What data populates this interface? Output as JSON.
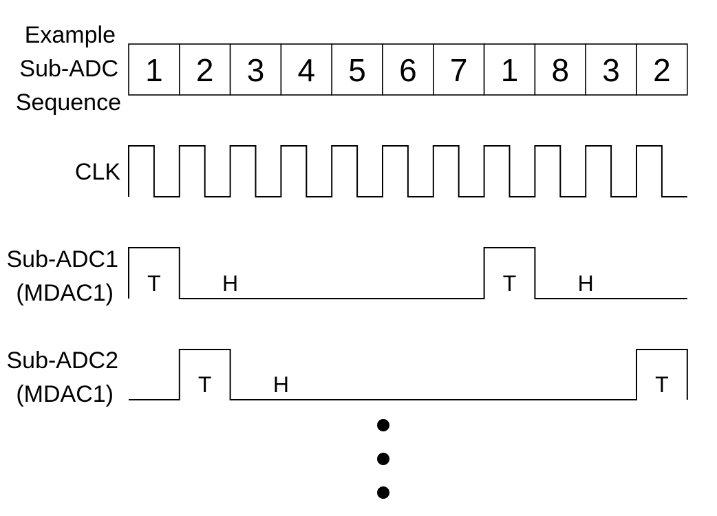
{
  "sequence_label": [
    "Example",
    "Sub-ADC",
    "Sequence"
  ],
  "sequence": [
    "1",
    "2",
    "3",
    "4",
    "5",
    "6",
    "7",
    "1",
    "8",
    "3",
    "2"
  ],
  "clk_label": "CLK",
  "clk_cycles": 11,
  "signals": [
    {
      "label": [
        "Sub-ADC1",
        "(MDAC1)"
      ],
      "phases": [
        {
          "state": "T",
          "text": "T",
          "start": 0,
          "end": 1
        },
        {
          "state": "H",
          "text": "H",
          "start": 1,
          "end": 7
        },
        {
          "state": "T",
          "text": "T",
          "start": 7,
          "end": 8
        },
        {
          "state": "H",
          "text": "H",
          "start": 8,
          "end": 11
        }
      ]
    },
    {
      "label": [
        "Sub-ADC2",
        "(MDAC1)"
      ],
      "phases": [
        {
          "state": "L",
          "text": "",
          "start": 0,
          "end": 1
        },
        {
          "state": "T",
          "text": "T",
          "start": 1,
          "end": 2
        },
        {
          "state": "H",
          "text": "H",
          "start": 2,
          "end": 10
        },
        {
          "state": "T",
          "text": "T",
          "start": 10,
          "end": 11
        }
      ]
    }
  ],
  "continuation_dots": 3
}
